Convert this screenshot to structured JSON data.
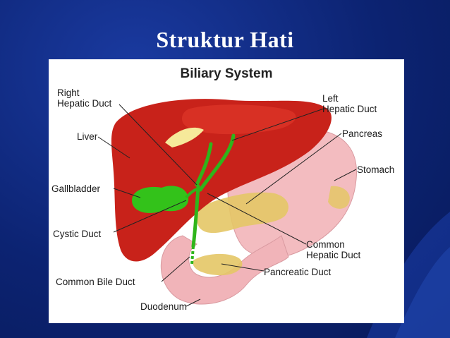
{
  "slide": {
    "title": "Struktur Hati"
  },
  "figure": {
    "title": "Biliary System",
    "labels": {
      "right_hepatic_duct": [
        "Right",
        "Hepatic Duct"
      ],
      "left_hepatic_duct": [
        "Left",
        "Hepatic Duct"
      ],
      "liver": "Liver",
      "pancreas": "Pancreas",
      "stomach": "Stomach",
      "gallbladder": "Gallbladder",
      "cystic_duct": "Cystic Duct",
      "common_hepatic_duct": [
        "Common",
        "Hepatic Duct"
      ],
      "common_bile_duct": "Common Bile Duct",
      "pancreatic_duct": "Pancreatic Duct",
      "duodenum": "Duodenum"
    }
  },
  "colors": {
    "liver": "#c8221a",
    "stomach": "#f0b8bc",
    "gallbladder": "#33c21a",
    "pancreas": "#e0c060",
    "background": "#0c2372"
  }
}
